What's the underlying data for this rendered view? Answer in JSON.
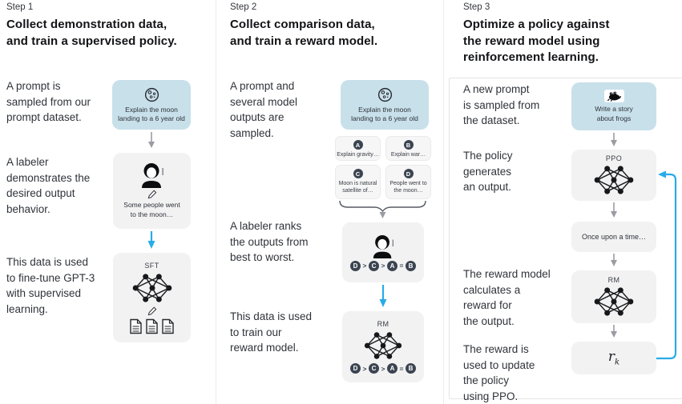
{
  "colors": {
    "prompt_box_blue": "#c8e0ea",
    "flow_arrow_blue": "#29abe8",
    "rank_circle_dark": "#3b4450",
    "panel_gray": "#f2f2f3"
  },
  "step1": {
    "label": "Step 1",
    "title": "Collect demonstration data,\nand train a supervised policy.",
    "para1": "A prompt is\nsampled from our\nprompt dataset.",
    "para2": "A labeler\ndemonstrates the\ndesired output\nbehavior.",
    "para3": "This data is used\nto fine-tune GPT-3\nwith supervised\nlearning.",
    "prompt_caption": "Explain the moon\nlanding to a 6 year old",
    "labeler_caption": "Some people went\nto the moon…",
    "sft_label": "SFT"
  },
  "step2": {
    "label": "Step 2",
    "title": "Collect comparison data,\nand train a reward model.",
    "para1": "A prompt and\nseveral model\noutputs are\nsampled.",
    "para2": "A labeler ranks\nthe outputs from\nbest to worst.",
    "para3": "This data is used\nto train our\nreward model.",
    "prompt_caption": "Explain the moon\nlanding to a 6 year old",
    "options": [
      {
        "letter": "A",
        "caption": "Explain gravity…"
      },
      {
        "letter": "B",
        "caption": "Explain war…"
      },
      {
        "letter": "C",
        "caption": "Moon is natural\nsatellite of…"
      },
      {
        "letter": "D",
        "caption": "People went to\nthe moon…"
      }
    ],
    "ranking": [
      "D",
      ">",
      "C",
      ">",
      "A",
      "=",
      "B"
    ],
    "rm_label": "RM"
  },
  "step3": {
    "label": "Step 3",
    "title": "Optimize a policy against\nthe reward model using\nreinforcement learning.",
    "para1": "A new prompt\nis sampled from\nthe dataset.",
    "para2": "The policy\ngenerates\nan output.",
    "para3": "The reward model\ncalculates a\nreward for\nthe output.",
    "para4": "The reward is\nused to update\nthe policy\nusing PPO.",
    "prompt_caption": "Write a story\nabout frogs",
    "ppo_label": "PPO",
    "output_caption": "Once upon a time…",
    "rm_label": "RM",
    "reward_symbol": "r",
    "reward_subscript": "k"
  }
}
